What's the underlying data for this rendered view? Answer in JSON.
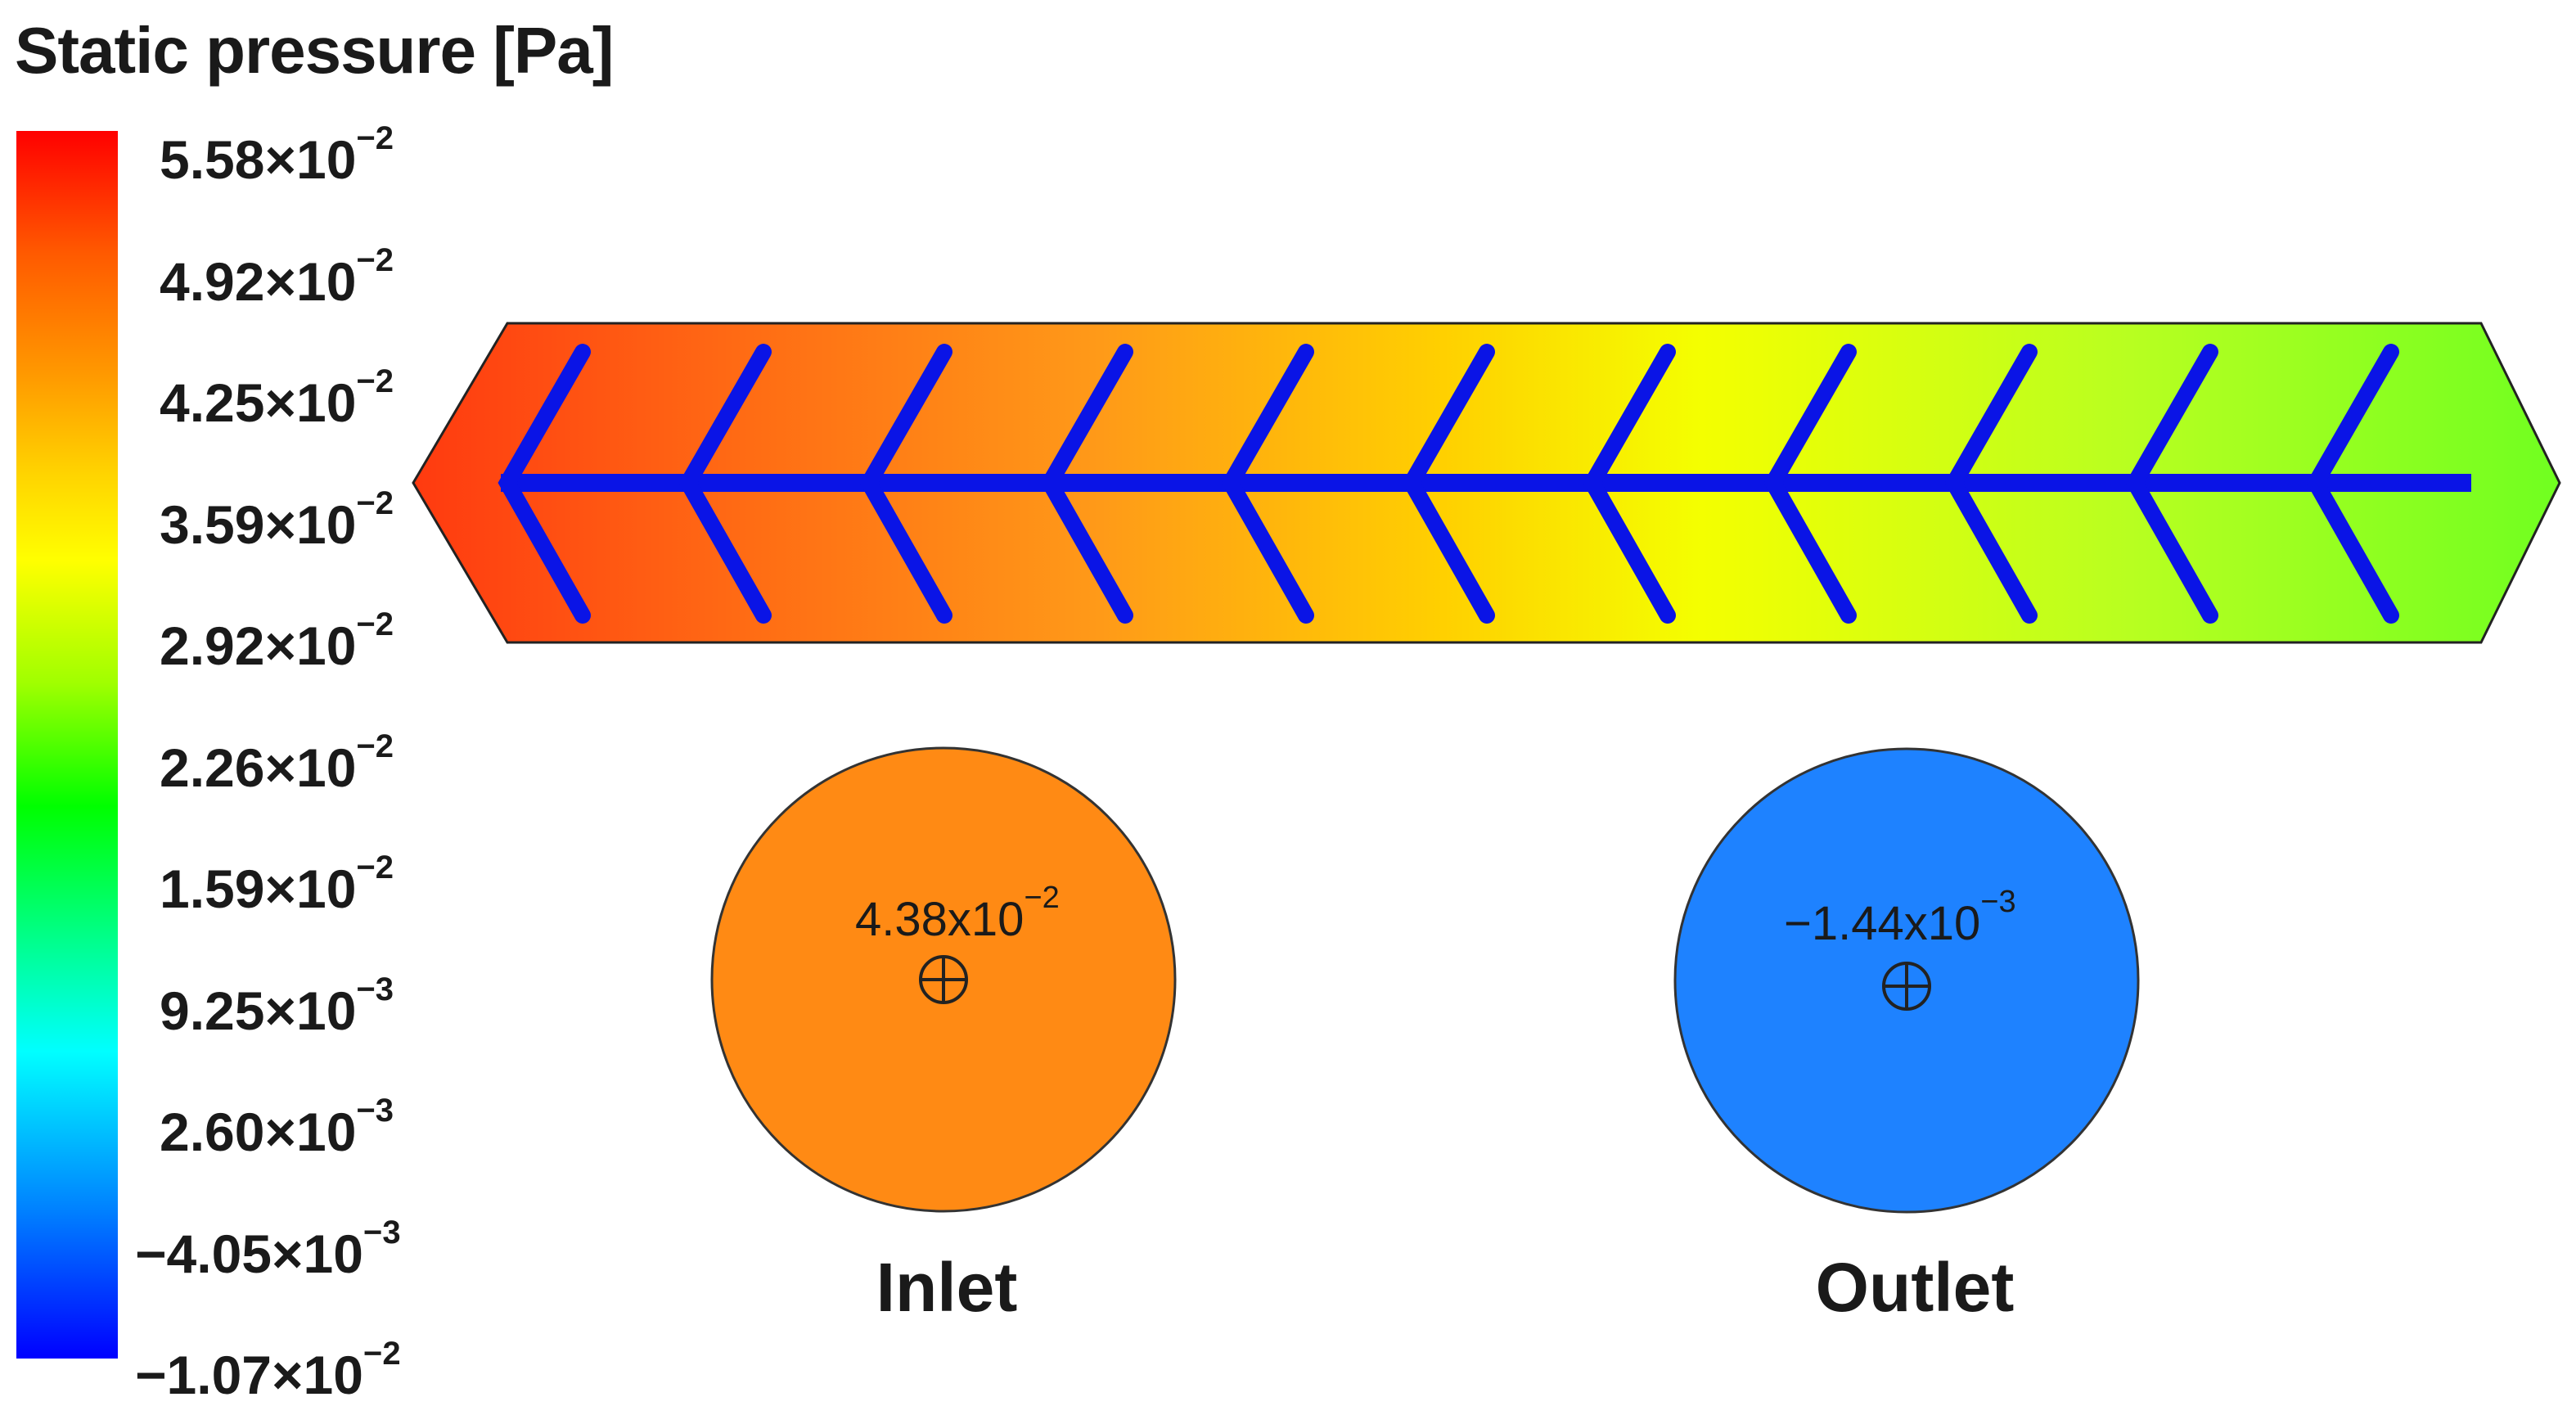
{
  "title": "Static pressure [Pa]",
  "legend": {
    "ticks": [
      {
        "mantissa": "5.58",
        "exp": "−2"
      },
      {
        "mantissa": "4.92",
        "exp": "−2"
      },
      {
        "mantissa": "4.25",
        "exp": "−2"
      },
      {
        "mantissa": "3.59",
        "exp": "−2"
      },
      {
        "mantissa": "2.92",
        "exp": "−2"
      },
      {
        "mantissa": "2.26",
        "exp": "−2"
      },
      {
        "mantissa": "1.59",
        "exp": "−2"
      },
      {
        "mantissa": "9.25",
        "exp": "−3"
      },
      {
        "mantissa": "2.60",
        "exp": "−3"
      },
      {
        "mantissa": "−4.05",
        "exp": "−3"
      },
      {
        "mantissa": "−1.07",
        "exp": "−2"
      }
    ],
    "colors": [
      "#ff0000",
      "#ff5a00",
      "#ff9a00",
      "#ffd400",
      "#ffff00",
      "#a0ff00",
      "#00ff00",
      "#00ff80",
      "#00ffff",
      "#0080ff",
      "#0000ff"
    ]
  },
  "inlet": {
    "label": "Inlet",
    "value_mantissa": "4.38x10",
    "value_exp": "−2",
    "color": "#ff8a14"
  },
  "outlet": {
    "label": "Outlet",
    "value_mantissa": "−1.44x10",
    "value_exp": "−3",
    "color": "#1e82ff"
  },
  "channel": {
    "gradient": [
      "#ff3a10",
      "#ff6a14",
      "#ff9a18",
      "#ffd000",
      "#f4ff00",
      "#b8ff20",
      "#70ff20"
    ],
    "baffle_color": "#0a14e6",
    "baffle_count": 11
  }
}
